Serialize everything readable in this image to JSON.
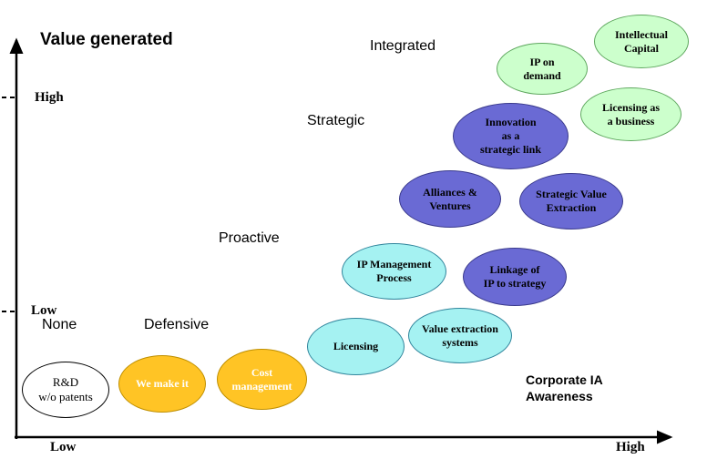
{
  "title": "Value generated",
  "axis": {
    "y_tick_high": "High",
    "y_tick_low": "Low",
    "x_label_low": "Low",
    "x_label_high": "High",
    "x_title": "Corporate IA\nAwareness"
  },
  "stages": [
    {
      "label": "None"
    },
    {
      "label": "Defensive"
    },
    {
      "label": "Proactive"
    },
    {
      "label": "Strategic"
    },
    {
      "label": "Integrated"
    }
  ],
  "colors": {
    "background": "#FFFFFF",
    "axis": "#000000",
    "white_bubble": "#FFFFFF",
    "gold_bubble": "#FFC425",
    "cyan_bubble": "#A5F2F2",
    "purple_bubble": "#6A6AD4",
    "green_bubble": "#CCFFCC"
  },
  "bubbles": [
    {
      "label": "R&D\nw/o patents",
      "color": "white"
    },
    {
      "label": "We make it",
      "color": "gold"
    },
    {
      "label": "Cost\nmanagement",
      "color": "gold"
    },
    {
      "label": "Licensing",
      "color": "cyan"
    },
    {
      "label": "Value extraction\nsystems",
      "color": "cyan"
    },
    {
      "label": "IP Management\nProcess",
      "color": "cyan"
    },
    {
      "label": "Linkage of\nIP to strategy",
      "color": "purple"
    },
    {
      "label": "Alliances &\nVentures",
      "color": "purple"
    },
    {
      "label": "Strategic Value\nExtraction",
      "color": "purple"
    },
    {
      "label": "Innovation\nas a\nstrategic link",
      "color": "purple"
    },
    {
      "label": "IP on\ndemand",
      "color": "green"
    },
    {
      "label": "Licensing as\na business",
      "color": "green"
    },
    {
      "label": "Intellectual\nCapital",
      "color": "green"
    }
  ]
}
